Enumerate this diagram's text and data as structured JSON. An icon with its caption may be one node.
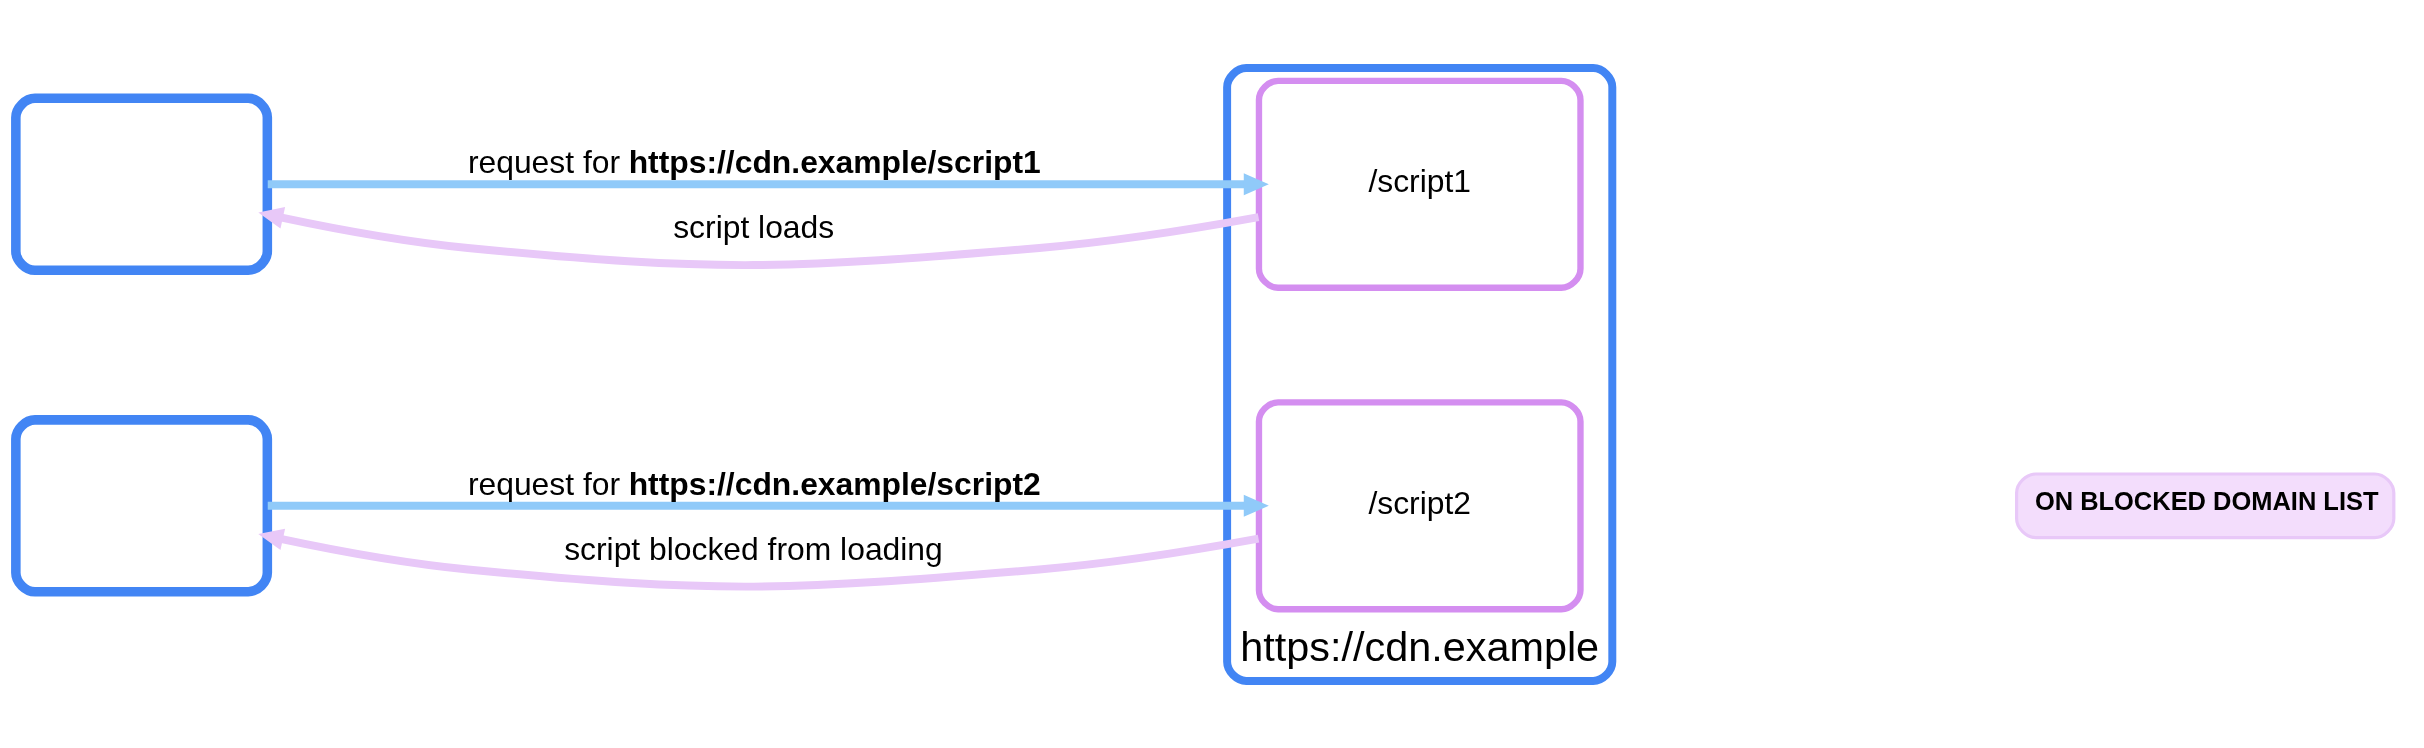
{
  "diagram": {
    "nodes": [
      {
        "text": [],
        "shape": "box"
      },
      {
        "text": [],
        "shape": "box"
      },
      {
        "text": [
          "https://cdn.example"
        ]
      },
      {
        "text": [
          "/script1"
        ],
        "in": 2
      },
      {
        "text": [
          "/script2"
        ],
        "in": 2
      }
    ],
    "labels": [
      "ON BLOCKED DOMAIN LIST"
    ],
    "edges": [
      {
        "from": 0,
        "to": 3,
        "arrow": "to",
        "label": "request for **https://cdn.example/script1**",
        "color": "#90caf9"
      },
      {
        "from": 3,
        "to": 0,
        "arrow": "to",
        "label": "script loads",
        "color": "#e8c8f8"
      },
      {
        "from": 1,
        "to": 4,
        "arrow": "to",
        "label": "request for **https://cdn.example/script2**",
        "color": "#90caf9"
      },
      {
        "from": 4,
        "to": 1,
        "arrow": "to",
        "label": "script blocked from loading",
        "color": "#e8c8f8"
      }
    ]
  }
}
